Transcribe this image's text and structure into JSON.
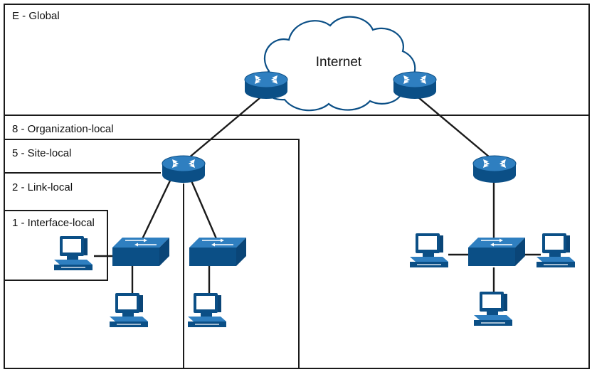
{
  "zones": {
    "global": "E - Global",
    "organization": "8 - Organization-local",
    "site": "5 - Site-local",
    "link": "2 - Link-local",
    "interface": "1 - Interface-local"
  },
  "cloud": {
    "label": "Internet"
  },
  "colors": {
    "device_dark": "#0b4f86",
    "device_mid": "#1f6fb0",
    "device_light": "#4a95d0",
    "line": "#1a1a1a"
  },
  "devices": {
    "routers": [
      "router-icon",
      "router-icon",
      "router-icon",
      "router-icon"
    ],
    "switches": [
      "switch-icon",
      "switch-icon",
      "switch-icon"
    ],
    "computers": [
      "pc-icon",
      "pc-icon",
      "pc-icon",
      "pc-icon",
      "pc-icon",
      "pc-icon"
    ]
  }
}
